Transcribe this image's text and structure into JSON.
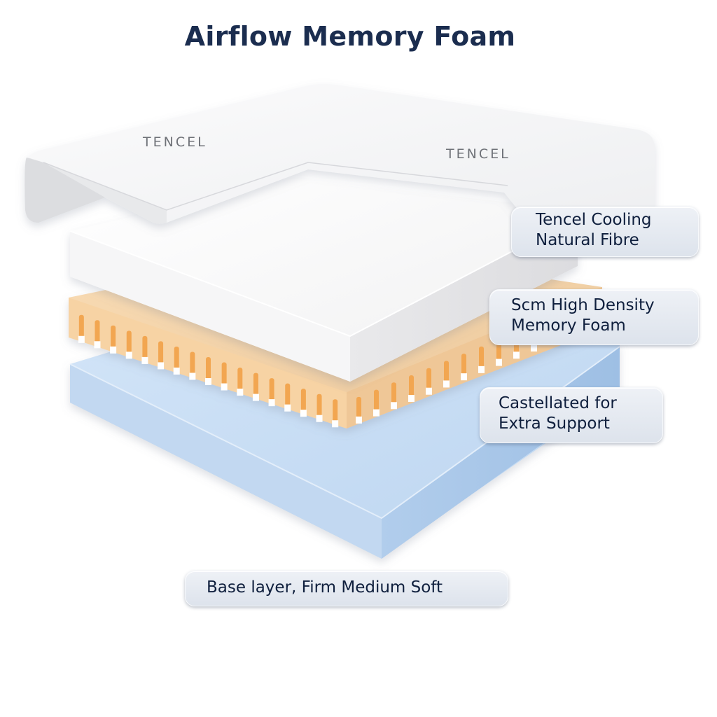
{
  "title": "Airflow Memory Foam",
  "cover": {
    "brand_labels": [
      "TENCEL",
      "TENCEL"
    ]
  },
  "callouts": [
    {
      "layer": "cover",
      "lines": [
        "Tencel Cooling",
        "Natural Fibre"
      ]
    },
    {
      "layer": "memory-foam",
      "lines": [
        "Scm High Density",
        "Memory Foam"
      ]
    },
    {
      "layer": "castellated",
      "lines": [
        "Castellated for",
        "Extra Support"
      ]
    },
    {
      "layer": "base",
      "lines": [
        "Base layer, Firm Medium Soft"
      ]
    }
  ],
  "colors": {
    "title": "#1b2d4f",
    "cover": "#f7f7f8",
    "memory_foam": "#fbfbfb",
    "castellated": "#f6cf9f",
    "castellated_slot": "#f2a651",
    "base": "#c6dcf4",
    "base_side": "#a9c6e8"
  }
}
